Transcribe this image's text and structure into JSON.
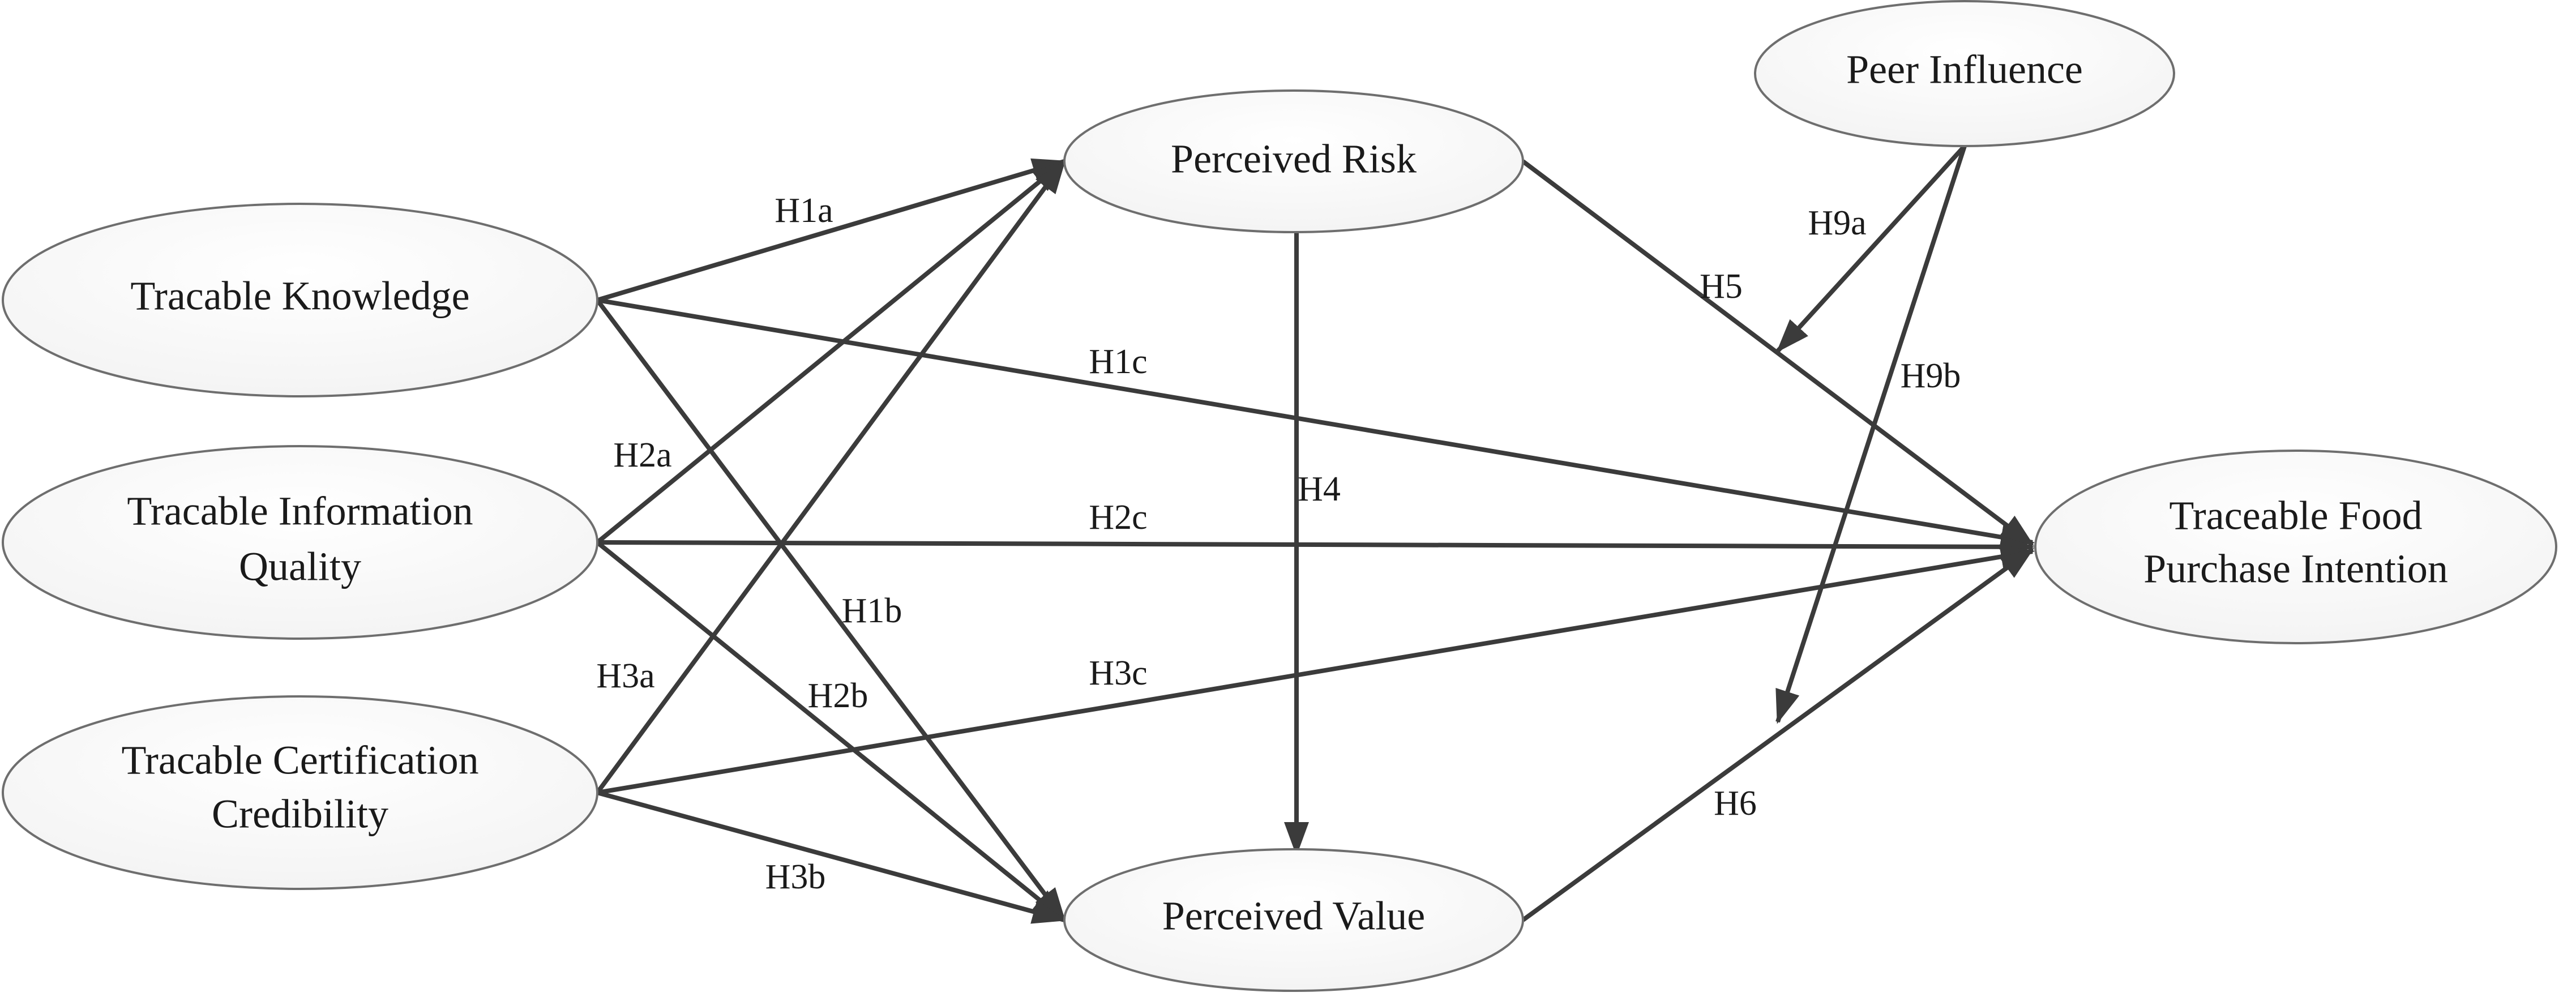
{
  "nodes": {
    "tk": {
      "lines": [
        "Tracable Knowledge"
      ]
    },
    "tiq": {
      "lines": [
        "Tracable Information",
        "Quality"
      ]
    },
    "tcc": {
      "lines": [
        "Tracable Certification",
        "Credibility"
      ]
    },
    "pr": {
      "lines": [
        "Perceived Risk"
      ]
    },
    "pv": {
      "lines": [
        "Perceived Value"
      ]
    },
    "pi": {
      "lines": [
        "Peer Influence"
      ]
    },
    "tfpi": {
      "lines": [
        "Traceable Food",
        "Purchase Intention"
      ]
    }
  },
  "edges": [
    {
      "id": "h1a",
      "from": "tk",
      "to": "pr",
      "label": "H1a"
    },
    {
      "id": "h1b",
      "from": "tk",
      "to": "pv",
      "label": "H1b"
    },
    {
      "id": "h1c",
      "from": "tk",
      "to": "tfpi",
      "label": "H1c"
    },
    {
      "id": "h2a",
      "from": "tiq",
      "to": "pr",
      "label": "H2a"
    },
    {
      "id": "h2b",
      "from": "tiq",
      "to": "pv",
      "label": "H2b"
    },
    {
      "id": "h2c",
      "from": "tiq",
      "to": "tfpi",
      "label": "H2c"
    },
    {
      "id": "h3a",
      "from": "tcc",
      "to": "pr",
      "label": "H3a"
    },
    {
      "id": "h3b",
      "from": "tcc",
      "to": "pv",
      "label": "H3b"
    },
    {
      "id": "h3c",
      "from": "tcc",
      "to": "tfpi",
      "label": "H3c"
    },
    {
      "id": "h4",
      "from": "pr",
      "to": "pv",
      "label": "H4"
    },
    {
      "id": "h5",
      "from": "pr",
      "to": "tfpi",
      "label": "H5"
    },
    {
      "id": "h6",
      "from": "pv",
      "to": "tfpi",
      "label": "H6"
    },
    {
      "id": "h9a",
      "from": "pi",
      "to": "h5",
      "label": "H9a"
    },
    {
      "id": "h9b",
      "from": "pi",
      "to": "h6",
      "label": "H9b"
    }
  ]
}
